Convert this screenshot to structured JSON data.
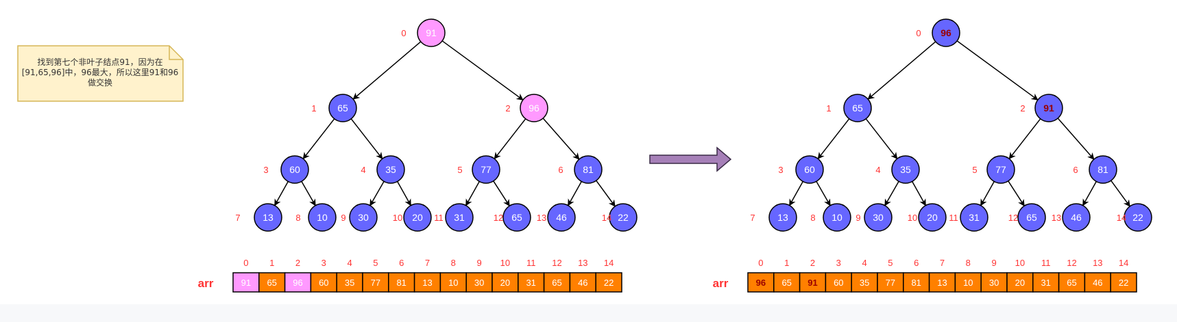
{
  "note": {
    "text": "找到第七个非叶子结点91，因为在[91,65,96]中，96最大，所以这里91和96做交换"
  },
  "colors": {
    "node_default": "#6666ff",
    "node_highlight": "#ff99ff",
    "cell_default": "#ff8000",
    "cell_highlight": "#ff99ff",
    "index_label": "#ff3333",
    "arr_label": "#ff3333",
    "swapped_text": "#990000",
    "arrow_fill": "#a680b8",
    "note_fill": "#fff2cc",
    "note_border": "#d6b656"
  },
  "trees": [
    {
      "arr_label": "arr",
      "values": [
        "91",
        "65",
        "96",
        "60",
        "35",
        "77",
        "81",
        "13",
        "10",
        "30",
        "20",
        "31",
        "65",
        "46",
        "22"
      ],
      "highlight": [
        0,
        2
      ],
      "emphasis": []
    },
    {
      "arr_label": "arr",
      "values": [
        "96",
        "65",
        "91",
        "60",
        "35",
        "77",
        "81",
        "13",
        "10",
        "30",
        "20",
        "31",
        "65",
        "46",
        "22"
      ],
      "highlight": [],
      "emphasis": [
        0,
        2
      ]
    }
  ]
}
